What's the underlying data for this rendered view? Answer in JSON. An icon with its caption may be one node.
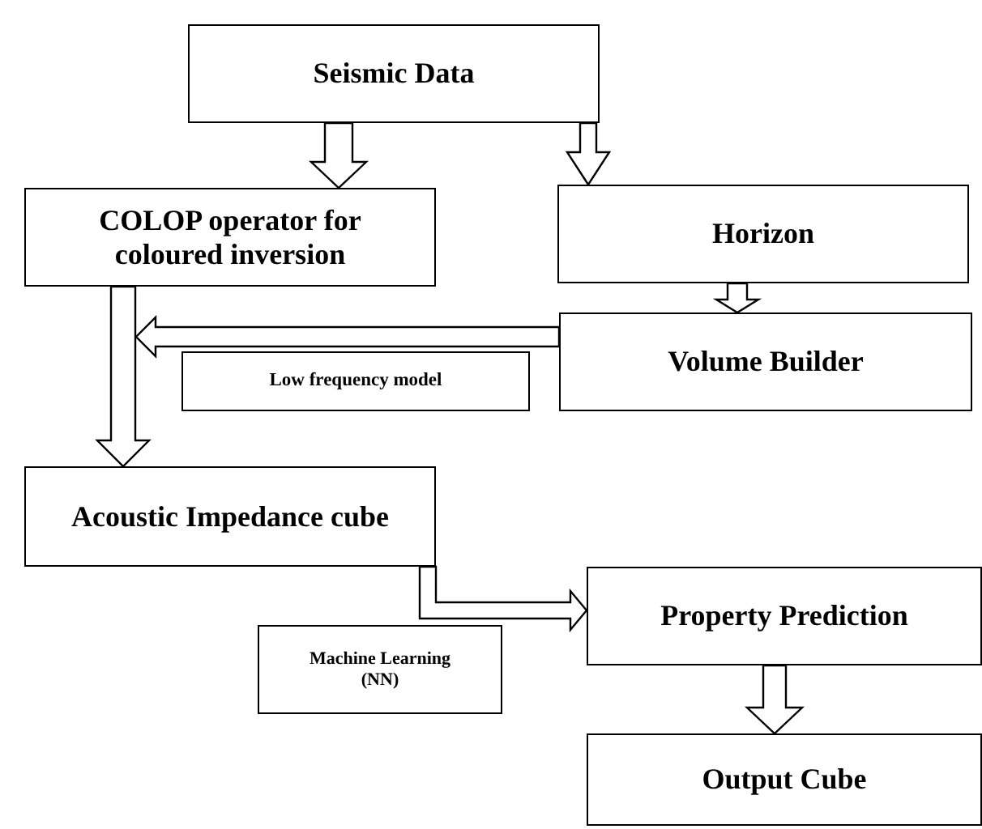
{
  "diagram": {
    "nodes": [
      {
        "text": [
          "Seismic Data"
        ]
      },
      {
        "text": [
          "COLOP operator for coloured inversion"
        ]
      },
      {
        "text": [
          "Horizon"
        ]
      },
      {
        "text": [
          "Volume Builder"
        ]
      },
      {
        "text": [
          "Low frequency model"
        ]
      },
      {
        "text": [
          "Acoustic Impedance cube"
        ]
      },
      {
        "text": [
          "Machine Learning (NN)"
        ]
      },
      {
        "text": [
          "Property Prediction"
        ]
      },
      {
        "text": [
          "Output Cube"
        ]
      }
    ],
    "edges": [
      {
        "from": 0,
        "to": 1,
        "arrow": "to"
      },
      {
        "from": 0,
        "to": 2,
        "arrow": "to"
      },
      {
        "from": 2,
        "to": 3,
        "arrow": "to"
      },
      {
        "from": 1,
        "to": 5,
        "arrow": "to"
      },
      {
        "from": 3,
        "to": 5,
        "arrow": "to"
      },
      {
        "from": 5,
        "to": 7,
        "arrow": "to"
      },
      {
        "from": 7,
        "to": 8,
        "arrow": "to"
      }
    ]
  }
}
